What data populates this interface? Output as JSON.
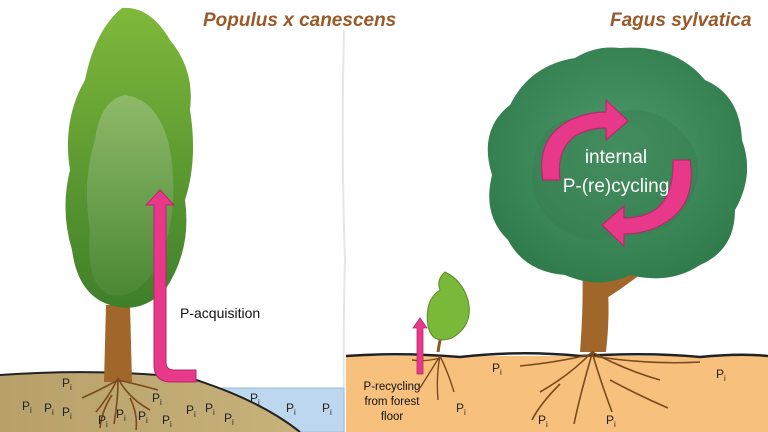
{
  "left_panel": {
    "species": "Populus x canescens",
    "process_label": "P-acquisition"
  },
  "right_panel": {
    "species": "Fagus sylvatica",
    "cycle_label_line1": "internal",
    "cycle_label_line2": "P-(re)cycling",
    "recycling_label_line1": "P-recycling",
    "recycling_label_line2": "from forest",
    "recycling_label_line3": "floor"
  },
  "phosphate": {
    "symbol": "P",
    "subscript": "i"
  },
  "colors": {
    "arrow": "#e8388a",
    "soil": "#f7c07c",
    "soil_left": "#b9a26d",
    "water": "#bdd7ee",
    "trunk": "#a0662a",
    "poplar_green": "#5b9a2a",
    "beech_green": "#3d8a5a",
    "species_text": "#9a5a2a"
  },
  "icons": [
    "poplar-tree-icon",
    "beech-tree-icon",
    "seedling-icon",
    "cycle-arrows-icon",
    "upward-arrow-icon"
  ]
}
